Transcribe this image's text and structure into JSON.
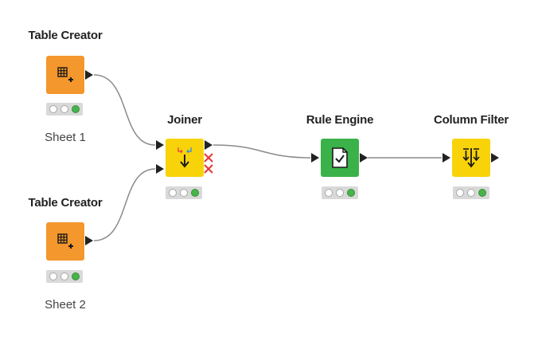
{
  "workflow": {
    "nodes": [
      {
        "id": "table-creator-1",
        "title": "Table Creator",
        "label": "Sheet 1",
        "color": "#f4972c",
        "icon": "table-icon",
        "status": "executed"
      },
      {
        "id": "table-creator-2",
        "title": "Table Creator",
        "label": "Sheet 2",
        "color": "#f4972c",
        "icon": "table-icon",
        "status": "executed"
      },
      {
        "id": "joiner",
        "title": "Joiner",
        "label": "",
        "color": "#f8d30a",
        "icon": "join-icon",
        "status": "executed",
        "error_icon": "error-x-icon"
      },
      {
        "id": "rule-engine",
        "title": "Rule Engine",
        "label": "",
        "color": "#3bb249",
        "icon": "document-check-icon",
        "status": "executed"
      },
      {
        "id": "column-filter",
        "title": "Column Filter",
        "label": "",
        "color": "#f8d30a",
        "icon": "filter-columns-icon",
        "status": "executed"
      }
    ],
    "connections": [
      {
        "from": "table-creator-1",
        "to": "joiner"
      },
      {
        "from": "table-creator-2",
        "to": "joiner"
      },
      {
        "from": "joiner",
        "to": "rule-engine"
      },
      {
        "from": "rule-engine",
        "to": "column-filter"
      }
    ]
  }
}
